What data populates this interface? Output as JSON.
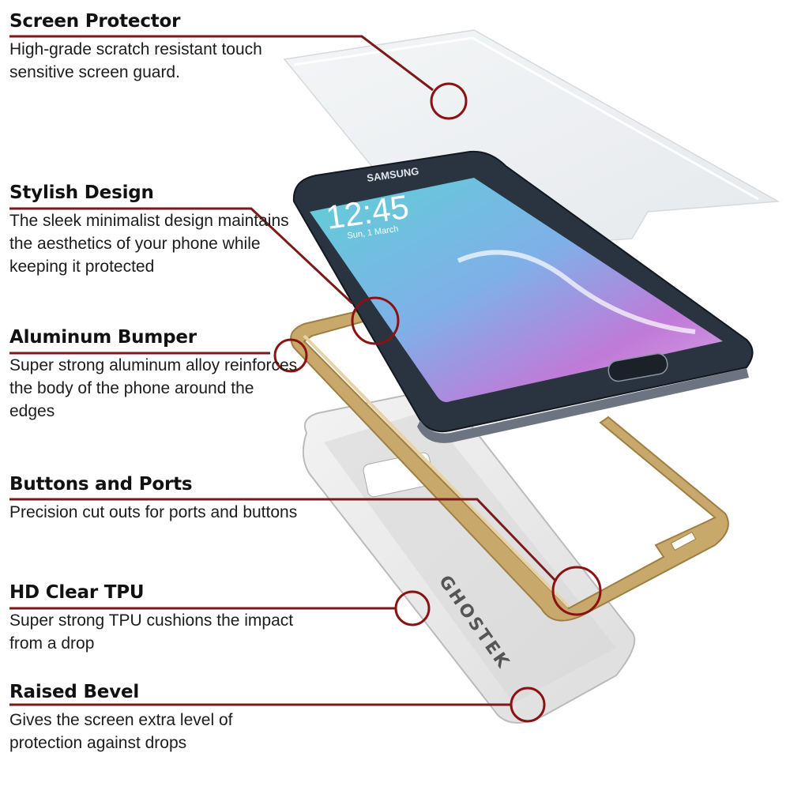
{
  "features": [
    {
      "title": "Screen Protector",
      "desc": "High-grade scratch resistant touch sensitive screen guard.",
      "icon": "screen-protector"
    },
    {
      "title": "Stylish Design",
      "desc": "The sleek minimalist design maintains the aesthetics of your phone while keeping it protected",
      "icon": "stylish-design"
    },
    {
      "title": "Aluminum Bumper",
      "desc": "Super strong aluminum alloy reinforces the body of the phone around the edges",
      "icon": "aluminum-bumper"
    },
    {
      "title": "Buttons and Ports",
      "desc": "Precision cut outs for ports and buttons",
      "icon": "buttons-ports"
    },
    {
      "title": "HD Clear TPU",
      "desc": "Super strong TPU cushions the impact from a drop",
      "icon": "clear-tpu"
    },
    {
      "title": "Raised Bevel",
      "desc": "Gives the screen extra level of protection against drops",
      "icon": "raised-bevel"
    }
  ],
  "phone": {
    "brand": "SAMSUNG",
    "clock": "12:45",
    "date": "Sun, 1 March"
  },
  "case_brand": "GHOSTEK",
  "colors": {
    "leader": "#7a1a1a",
    "ring": "#8a1212",
    "bumper_gold": "#c8a96b",
    "phone_body": "#2a3340"
  }
}
